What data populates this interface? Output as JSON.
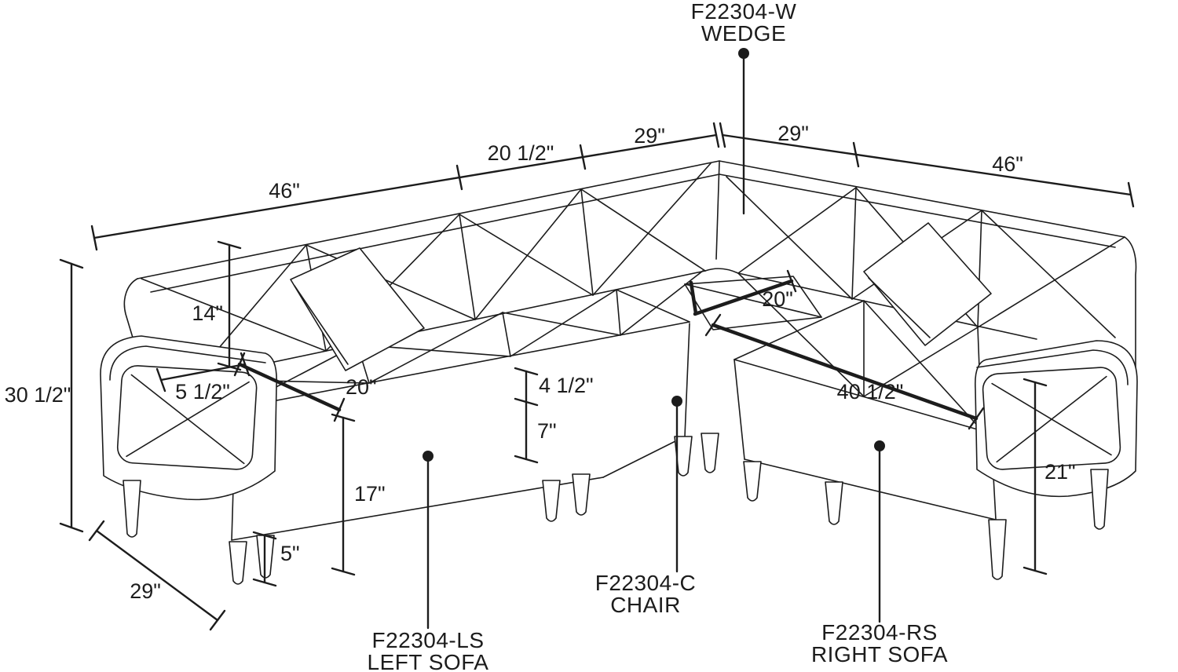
{
  "page": {
    "background": "#ffffff",
    "ink": "#1c1c1c"
  },
  "parts": {
    "wedge": {
      "code": "F22304-W",
      "name": "WEDGE"
    },
    "left_sofa": {
      "code": "F22304-LS",
      "name": "LEFT SOFA"
    },
    "chair": {
      "code": "F22304-C",
      "name": "CHAIR"
    },
    "right_sofa": {
      "code": "F22304-RS",
      "name": "RIGHT SOFA"
    }
  },
  "dims": {
    "top_46_left": "46\"",
    "top_20_half": "20 1/2\"",
    "top_29_left": "29\"",
    "top_29_right": "29\"",
    "top_46_right": "46\"",
    "overall_height": "30 1/2\"",
    "back_height": "14\"",
    "arm_width": "5 1/2\"",
    "seat_depth_left": "20\"",
    "cushion_thickness": "4 1/2\"",
    "base_front_height": "7\"",
    "front_height": "17\"",
    "leg_height": "5\"",
    "depth_29": "29\"",
    "wedge_seat": "20\"",
    "right_seat_length": "40 1/2\"",
    "right_height": "21\""
  }
}
